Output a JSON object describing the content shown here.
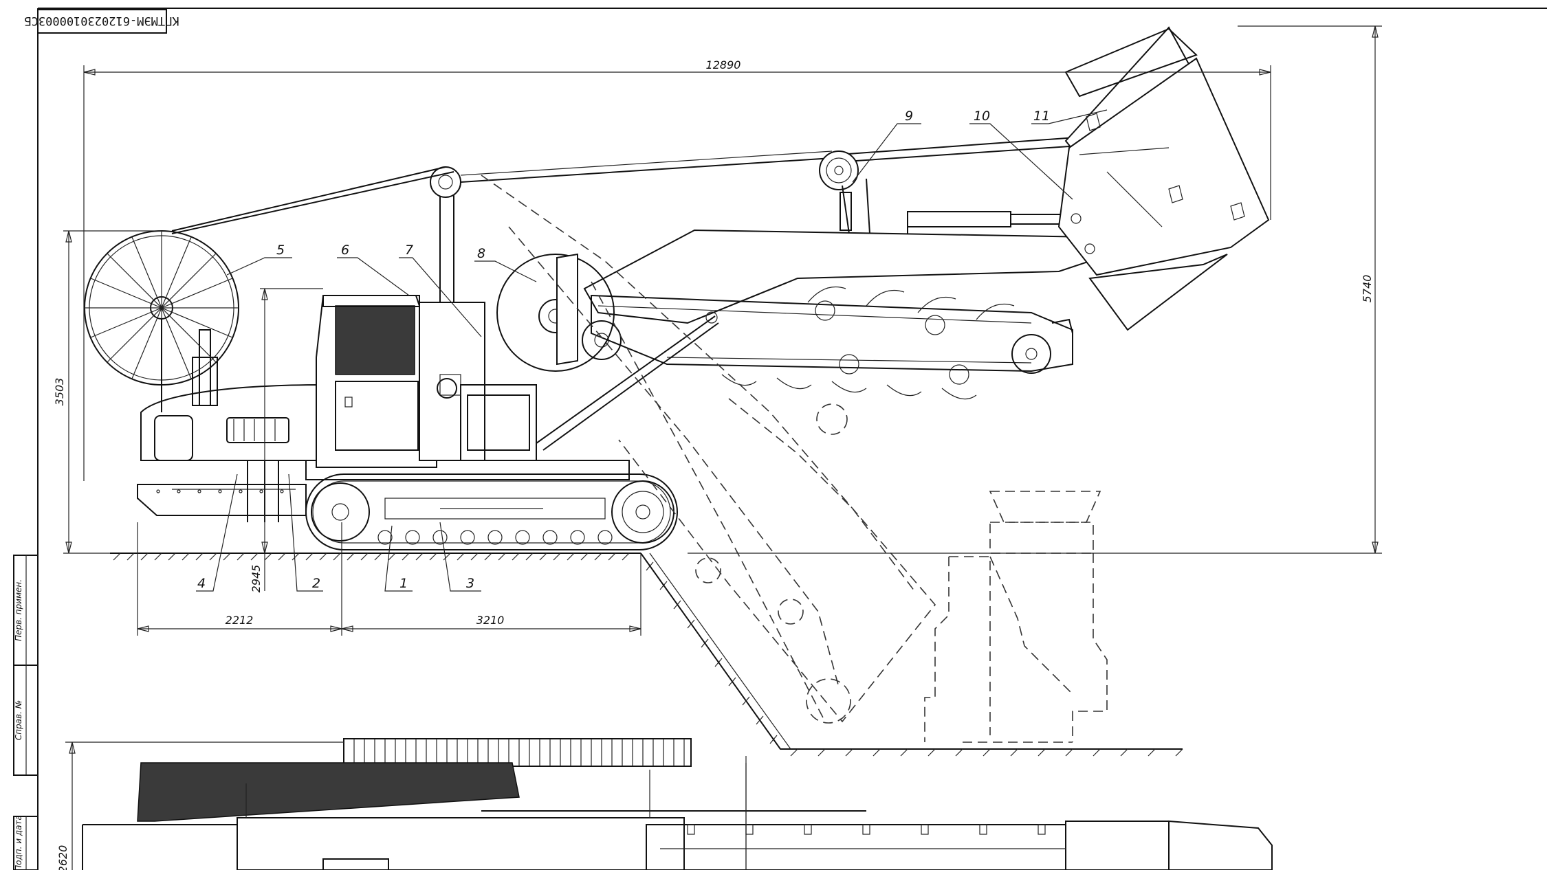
{
  "drawing_code": "КПТМЭМ-6120230100003СБ",
  "dimensions": {
    "overall_length": "12890",
    "overall_height": "5740",
    "height_left": "3503",
    "height_small": "2945",
    "base_left": "2212",
    "base_right": "3210",
    "plan_height": "2620"
  },
  "part_labels": [
    "1",
    "2",
    "3",
    "4",
    "5",
    "6",
    "7",
    "8",
    "9",
    "10",
    "11"
  ],
  "side_stamp": [
    "Перв. примен.",
    "Справ. №",
    "Подп. и дата"
  ]
}
